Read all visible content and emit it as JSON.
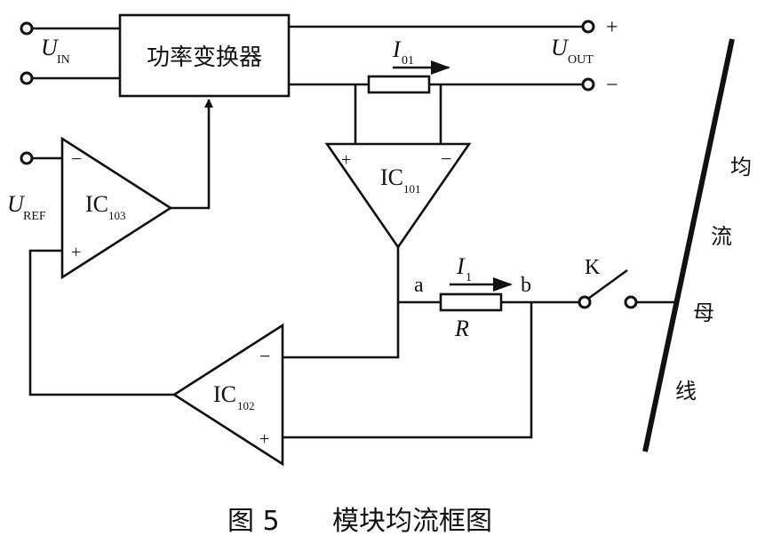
{
  "converter_label": "功率变换器",
  "labels": {
    "u_in": "U",
    "u_in_sub": "IN",
    "u_out": "U",
    "u_out_sub": "OUT",
    "u_ref": "U",
    "u_ref_sub": "REF",
    "i01": "I",
    "i01_sub": "01",
    "i1": "I",
    "i1_sub": "1",
    "r": "R",
    "a": "a",
    "b": "b",
    "k": "K",
    "plus": "+",
    "minus": "−"
  },
  "amplifiers": {
    "ic101": {
      "name": "IC",
      "sub": "101"
    },
    "ic102": {
      "name": "IC",
      "sub": "102"
    },
    "ic103": {
      "name": "IC",
      "sub": "103"
    }
  },
  "bus_chars": [
    "均",
    "流",
    "母",
    "线"
  ],
  "caption": {
    "fig": "图 5",
    "title": "模块均流框图"
  }
}
